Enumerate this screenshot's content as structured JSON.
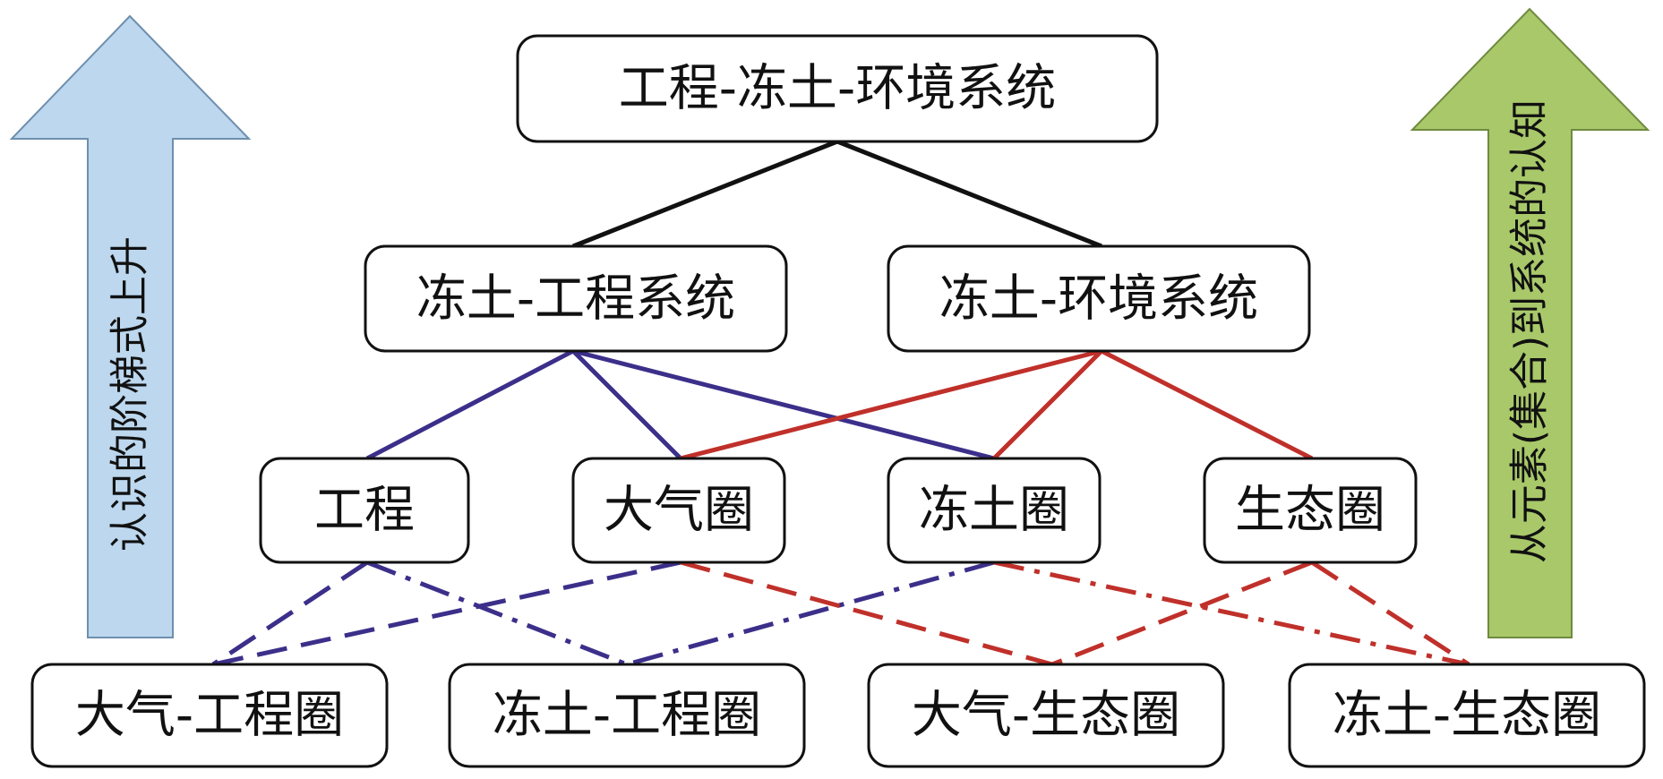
{
  "colors": {
    "black_edge": "#111111",
    "engineering_edge": "#3b2f8a",
    "environment_edge": "#c0302a",
    "left_arrow_fill": "#bcd7ee",
    "right_arrow_fill": "#a8c86a"
  },
  "nodes": {
    "root": "工程-冻土-环境系统",
    "frozen_engineering_system": "冻土-工程系统",
    "frozen_environment_system": "冻土-环境系统",
    "engineering": "工程",
    "atmosphere": "大气圈",
    "cryosphere": "冻土圈",
    "ecosphere": "生态圈",
    "atmosphere_engineering": "大气-工程圈",
    "frozen_engineering": "冻土-工程圈",
    "atmosphere_ecology": "大气-生态圈",
    "frozen_ecology": "冻土-生态圈"
  },
  "arrows": {
    "left_label": "认识的阶梯式上升",
    "right_label": "从元素(集合)到系统的认知"
  }
}
